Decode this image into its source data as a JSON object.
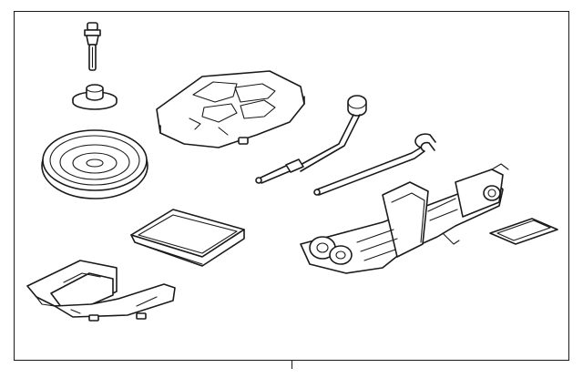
{
  "diagram": {
    "background": "#ffffff",
    "line_color": "#1a1a1a",
    "parts": [
      {
        "name": "valve-stem",
        "label": ""
      },
      {
        "name": "spare-tire-bolt",
        "label": ""
      },
      {
        "name": "spare-wheel",
        "label": ""
      },
      {
        "name": "tool-tray-foam",
        "label": ""
      },
      {
        "name": "lug-wrench",
        "label": ""
      },
      {
        "name": "jack-handle",
        "label": ""
      },
      {
        "name": "scissor-jack",
        "label": ""
      },
      {
        "name": "tray-box",
        "label": ""
      },
      {
        "name": "instruction-label",
        "label": ""
      },
      {
        "name": "floor-bracket",
        "label": ""
      }
    ]
  }
}
